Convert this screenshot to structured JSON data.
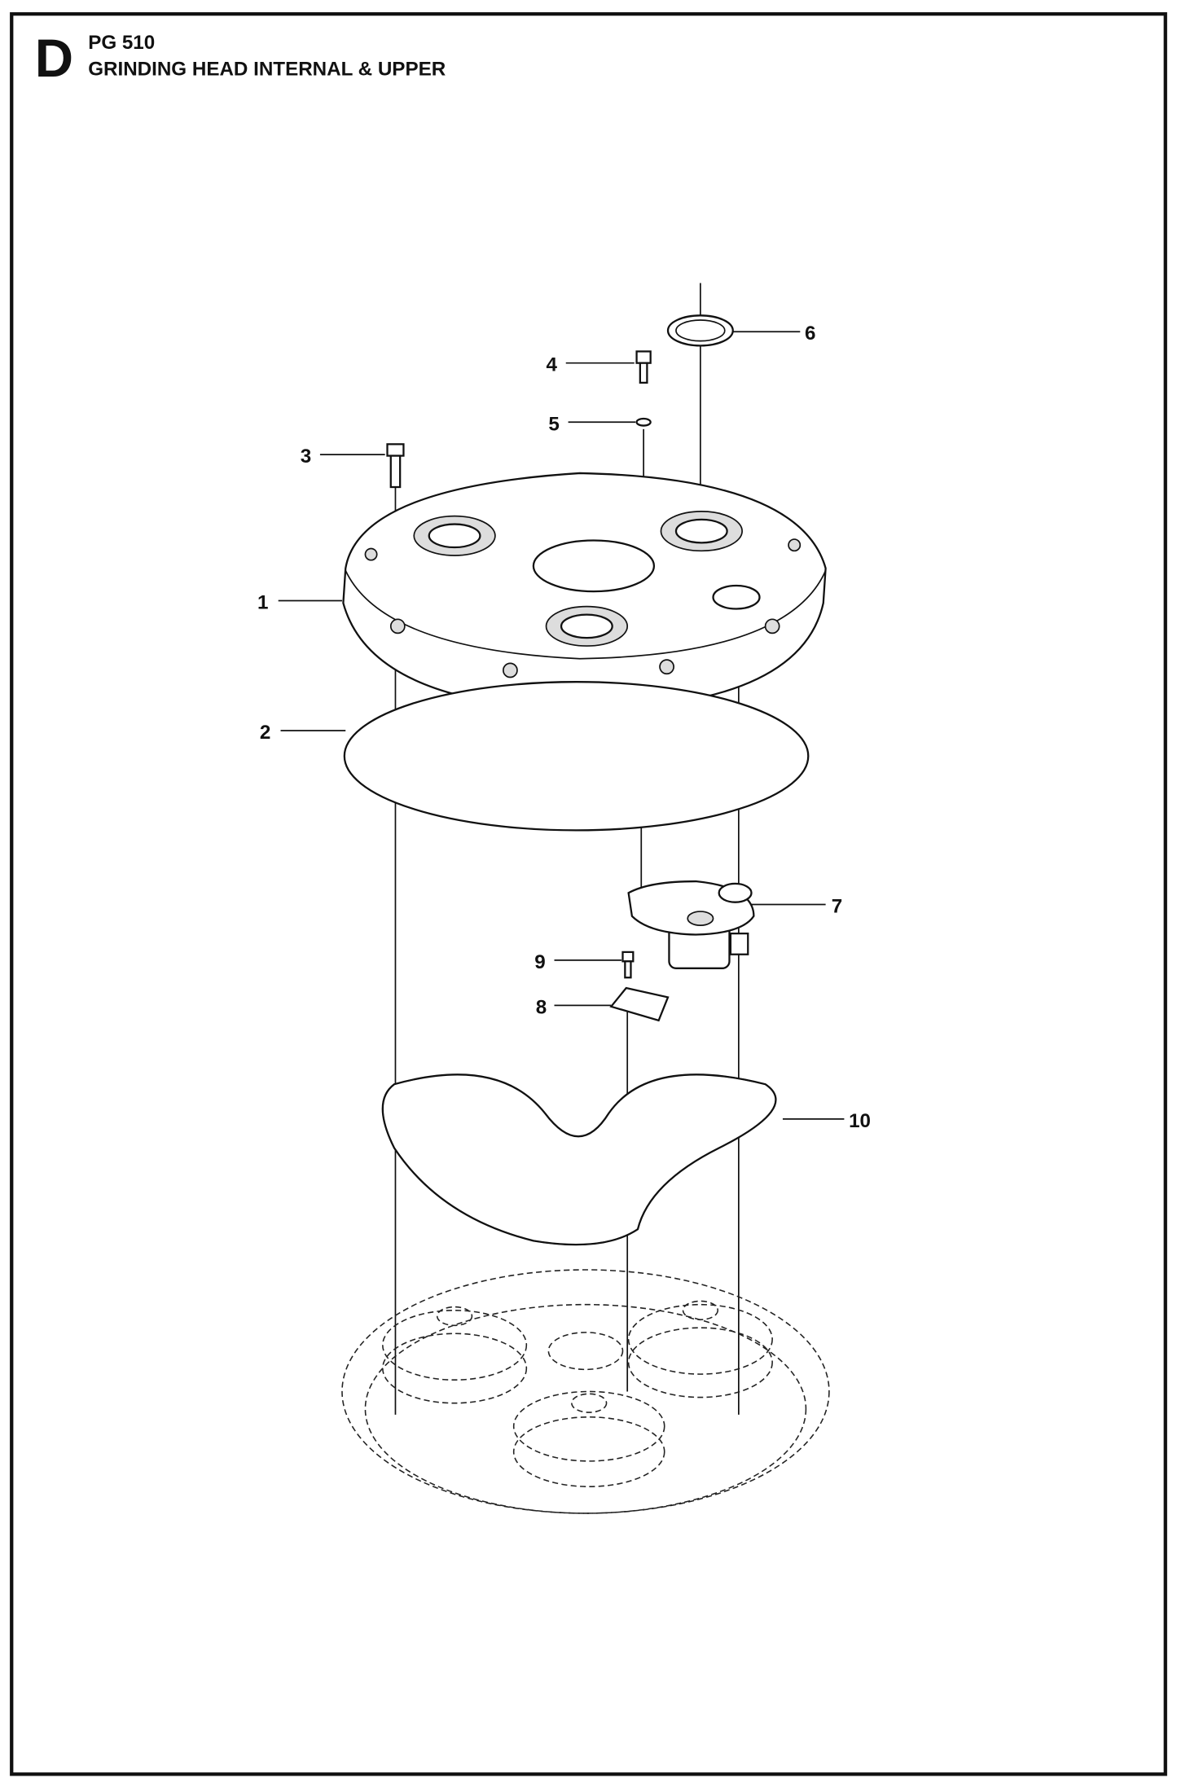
{
  "header": {
    "section_letter": "D",
    "model": "PG 510",
    "title": "GRINDING HEAD INTERNAL & UPPER"
  },
  "callouts": [
    {
      "number": "1",
      "part": "grinding-head-cover"
    },
    {
      "number": "2",
      "part": "gasket"
    },
    {
      "number": "3",
      "part": "screw"
    },
    {
      "number": "4",
      "part": "screw"
    },
    {
      "number": "5",
      "part": "washer"
    },
    {
      "number": "6",
      "part": "seal-ring"
    },
    {
      "number": "7",
      "part": "belt-tensioner"
    },
    {
      "number": "8",
      "part": "clamp-plate"
    },
    {
      "number": "9",
      "part": "screw"
    },
    {
      "number": "10",
      "part": "drive-belt"
    }
  ]
}
